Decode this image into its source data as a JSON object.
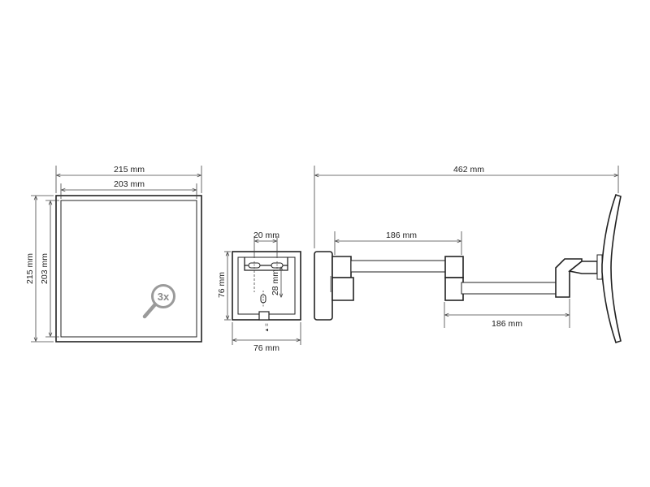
{
  "dimensions": {
    "mirror_outer_width": "215 mm",
    "mirror_inner_width": "203 mm",
    "mirror_outer_height": "215 mm",
    "mirror_inner_height": "203 mm",
    "plate_hole_spacing": "20 mm",
    "plate_height": "76 mm",
    "plate_vertical_spacing": "28 mm",
    "plate_width": "76 mm",
    "total_length": "462 mm",
    "upper_arm_length": "186 mm",
    "lower_arm_length": "186 mm"
  },
  "badge": {
    "magnification": "3x"
  },
  "plate": {
    "arrow_label": "▲ ≡"
  },
  "icons": {
    "magnifier": "magnifier-icon"
  }
}
